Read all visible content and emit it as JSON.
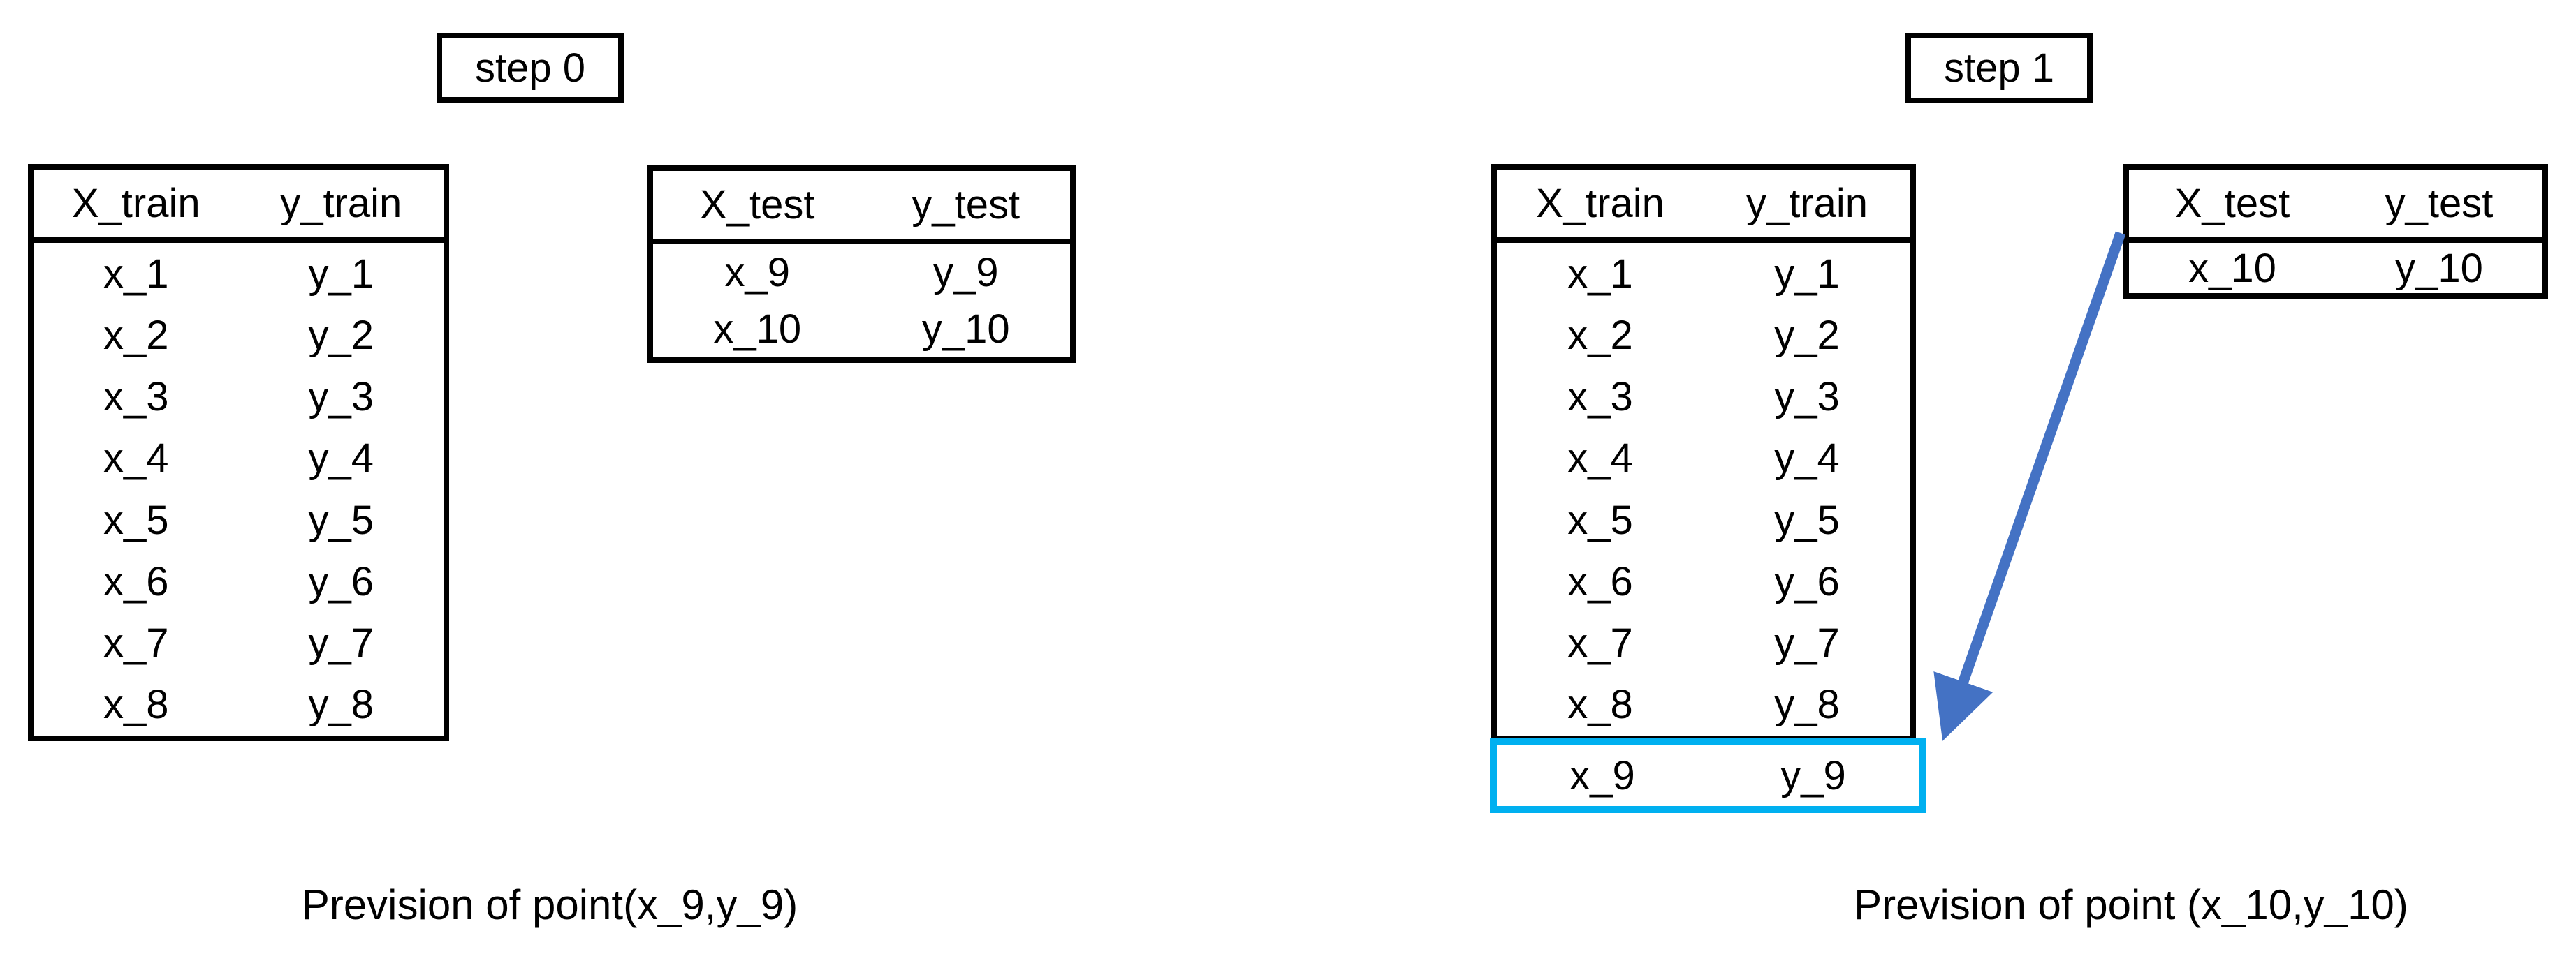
{
  "colors": {
    "highlight": "#00B0F0",
    "arrow": "#4472C4",
    "border": "#000000"
  },
  "step0": {
    "label": "step 0",
    "train_table": {
      "headers": [
        "X_train",
        "y_train"
      ],
      "rows": [
        [
          "x_1",
          "y_1"
        ],
        [
          "x_2",
          "y_2"
        ],
        [
          "x_3",
          "y_3"
        ],
        [
          "x_4",
          "y_4"
        ],
        [
          "x_5",
          "y_5"
        ],
        [
          "x_6",
          "y_6"
        ],
        [
          "x_7",
          "y_7"
        ],
        [
          "x_8",
          "y_8"
        ]
      ]
    },
    "test_table": {
      "headers": [
        "X_test",
        "y_test"
      ],
      "rows": [
        [
          "x_9",
          "y_9"
        ],
        [
          "x_10",
          "y_10"
        ]
      ]
    },
    "caption": "Prevision of point(x_9,y_9)"
  },
  "step1": {
    "label": "step 1",
    "train_table": {
      "headers": [
        "X_train",
        "y_train"
      ],
      "rows": [
        [
          "x_1",
          "y_1"
        ],
        [
          "x_2",
          "y_2"
        ],
        [
          "x_3",
          "y_3"
        ],
        [
          "x_4",
          "y_4"
        ],
        [
          "x_5",
          "y_5"
        ],
        [
          "x_6",
          "y_6"
        ],
        [
          "x_7",
          "y_7"
        ],
        [
          "x_8",
          "y_8"
        ]
      ]
    },
    "highlighted_row": [
      "x_9",
      "y_9"
    ],
    "test_table": {
      "headers": [
        "X_test",
        "y_test"
      ],
      "rows": [
        [
          "x_10",
          "y_10"
        ]
      ]
    },
    "caption": "Prevision of point (x_10,y_10)"
  }
}
